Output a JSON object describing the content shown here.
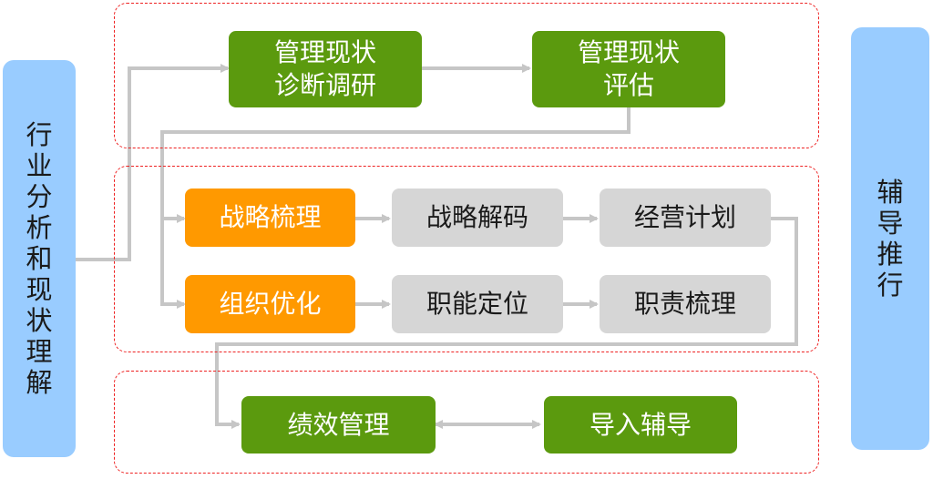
{
  "left_bar": {
    "text": "行业分析和现状理解"
  },
  "right_bar": {
    "text": "辅导推行"
  },
  "stage1": {
    "research": "管理现状\n诊断调研",
    "evaluation": "管理现状\n评估"
  },
  "stage2": {
    "strategy_row": [
      "战略梳理",
      "战略解码",
      "经营计划"
    ],
    "org_row": [
      "组织优化",
      "职能定位",
      "职责梳理"
    ]
  },
  "stage3": {
    "performance": "绩效管理",
    "guidance": "导入辅导"
  },
  "colors": {
    "green": "#5b9a0e",
    "orange": "#ff9900",
    "gray": "#d6d6d6",
    "side_blue": "#99ccff",
    "dashed_red": "#ee2222",
    "connector": "#c6c6c6"
  }
}
